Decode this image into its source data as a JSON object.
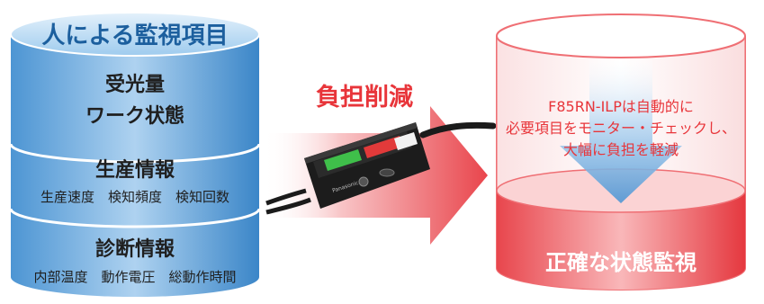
{
  "left_cylinder": {
    "title": "人による監視項目",
    "sections": [
      {
        "lines": [
          "受光量",
          "ワーク状態"
        ]
      },
      {
        "title": "生産情報",
        "subtitle": "生産速度　検知頻度　検知回数"
      },
      {
        "title": "診断情報",
        "subtitle": "内部温度　動作電圧　総動作時間"
      }
    ]
  },
  "arrow_label": "負担削減",
  "device": {
    "brand_mark": "Panasonic"
  },
  "right_cylinder": {
    "message_lines": [
      "F85RN-ILPは自動的に",
      "必要項目をモニター・チェックし、",
      "大幅に負担を軽減"
    ],
    "bottom_label": "正確な状態監視"
  },
  "colors": {
    "left_cylinder": "#3b87c8",
    "left_title": "#1c5f9e",
    "arrow_label": "#e8353a",
    "right_cylinder_bottom": "#e8444c",
    "right_outline": "#ef6f74",
    "down_arrow": "#5d9fd6"
  }
}
